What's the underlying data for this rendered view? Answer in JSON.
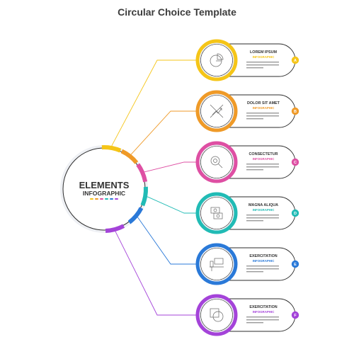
{
  "title": "Circular Choice Template",
  "hub": {
    "title": "ELEMENTS",
    "subtitle": "INFOGRAPHIC"
  },
  "colors": {
    "text": "#333333",
    "line": "#2b2b2b",
    "items": [
      "#f5c518",
      "#ef9a28",
      "#de4fa3",
      "#21bbb5",
      "#2a79d8",
      "#a443d9"
    ]
  },
  "items": [
    {
      "title": "LOREM IPSUM",
      "subtitle": "INFOGRAPHIC",
      "letter": "A",
      "color": "#f5c518",
      "icon": "pie-chart-icon"
    },
    {
      "title": "DOLOR SIT AMET",
      "subtitle": "INFOGRAPHIC",
      "letter": "B",
      "color": "#ef9a28",
      "icon": "growth-chart-icon"
    },
    {
      "title": "CONSECTETUR",
      "subtitle": "INFOGRAPHIC",
      "letter": "C",
      "color": "#de4fa3",
      "icon": "magnifier-gear-icon"
    },
    {
      "title": "MAGNA ALIQUA",
      "subtitle": "INFOGRAPHIC",
      "letter": "D",
      "color": "#21bbb5",
      "icon": "money-exchange-icon"
    },
    {
      "title": "EXERCITATION",
      "subtitle": "INFOGRAPHIC",
      "letter": "E",
      "color": "#2a79d8",
      "icon": "workplace-icon"
    },
    {
      "title": "EXERCITATION",
      "subtitle": "INFOGRAPHIC",
      "letter": "F",
      "color": "#a443d9",
      "icon": "shapes-icon"
    }
  ]
}
